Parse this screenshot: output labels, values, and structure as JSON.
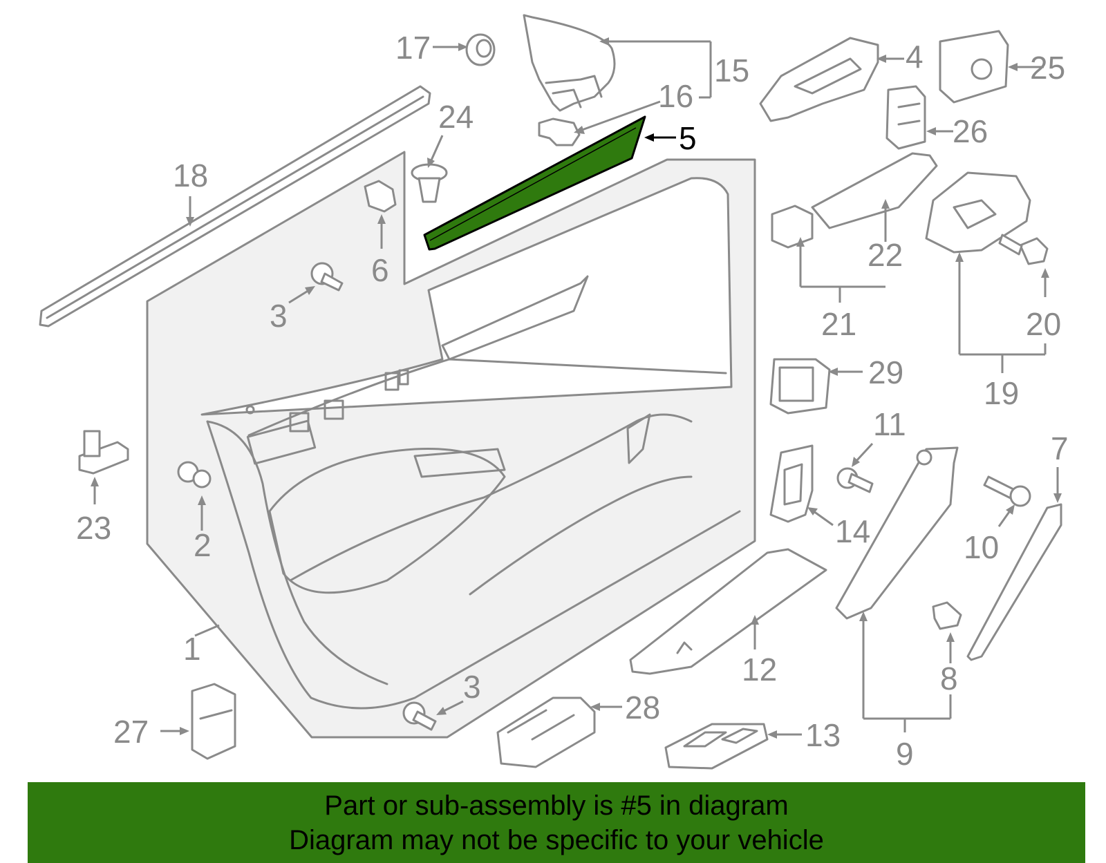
{
  "highlight": {
    "part_number": "5",
    "color": "#2f7a0e"
  },
  "labels": {
    "p1": "1",
    "p2": "2",
    "p3a": "3",
    "p3b": "3",
    "p4": "4",
    "p5": "5",
    "p6": "6",
    "p7": "7",
    "p8": "8",
    "p9": "9",
    "p10": "10",
    "p11": "11",
    "p12": "12",
    "p13": "13",
    "p14": "14",
    "p15": "15",
    "p16": "16",
    "p17": "17",
    "p18": "18",
    "p19": "19",
    "p20": "20",
    "p21": "21",
    "p22": "22",
    "p23": "23",
    "p24": "24",
    "p25": "25",
    "p26": "26",
    "p27": "27",
    "p28": "28",
    "p29": "29"
  },
  "banner": {
    "line1": "Part or sub-assembly is #5 in diagram",
    "line2": "Diagram may not be specific to your vehicle",
    "background": "#2f7a0e"
  }
}
